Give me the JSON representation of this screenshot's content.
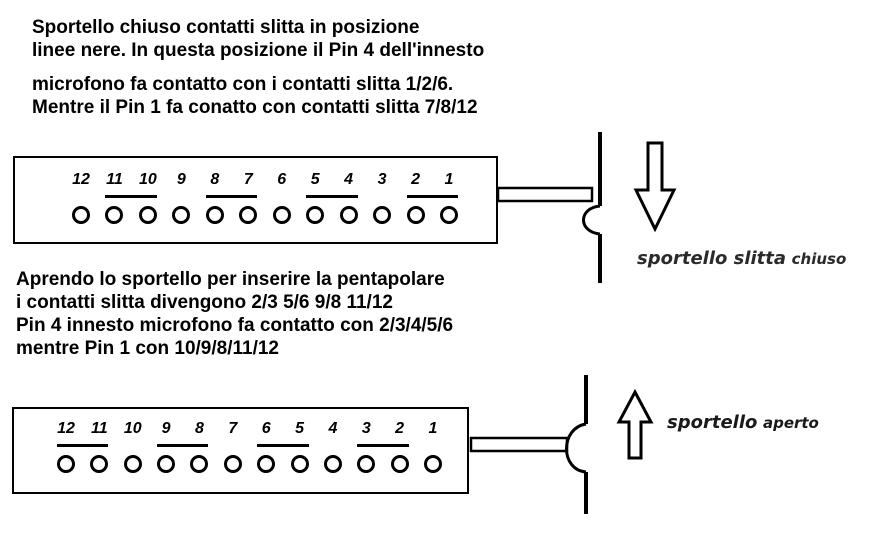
{
  "paragraph_top": {
    "lines": [
      "Sportello chiuso contatti slitta in posizione",
      "linee nere. In questa posizione il Pin 4 dell'innesto",
      "microfono fa contatto con i contatti slitta 1/2/6.",
      "Mentre il Pin 1 fa conatto con contatti slitta 7/8/12"
    ]
  },
  "paragraph_middle": {
    "lines": [
      "Aprendo lo sportello per inserire la pentapolare",
      "i contatti slitta divengono 2/3  5/6  9/8  11/12",
      "Pin 4 innesto microfono fa contatto con 2/3/4/5/6",
      "mentre Pin 1 con 10/9/8/11/12"
    ]
  },
  "connector_closed": {
    "pin_labels": [
      "12",
      "11",
      "10",
      "9",
      "8",
      "7",
      "6",
      "5",
      "4",
      "3",
      "2",
      "1"
    ],
    "bridged_pairs": [
      [
        "11",
        "10"
      ],
      [
        "8",
        "7"
      ],
      [
        "5",
        "4"
      ],
      [
        "2",
        "1"
      ]
    ],
    "caption_main": "sportello slitta",
    "caption_sub": "chiuso",
    "arrow_direction": "down"
  },
  "connector_open": {
    "pin_labels": [
      "12",
      "11",
      "10",
      "9",
      "8",
      "7",
      "6",
      "5",
      "4",
      "3",
      "2",
      "1"
    ],
    "bridged_pairs": [
      [
        "12",
        "11"
      ],
      [
        "9",
        "8"
      ],
      [
        "6",
        "5"
      ],
      [
        "3",
        "2"
      ]
    ],
    "caption_main": "sportello",
    "caption_sub": "aperto",
    "arrow_direction": "up"
  }
}
